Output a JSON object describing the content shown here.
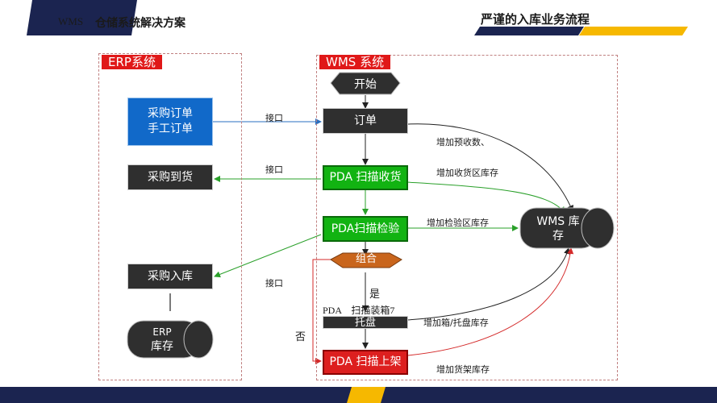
{
  "header": {
    "left_label": "WMS",
    "system_title": "仓储系统解决方案",
    "right_title": "严谨的入库业务流程"
  },
  "colors": {
    "navy": "#1b2450",
    "gold": "#f6b800",
    "green": "#12b312",
    "red": "#dd1f1f",
    "blue": "#1169c9"
  },
  "erp_panel": {
    "title": "ERP系统"
  },
  "wms_panel": {
    "title": "WMS 系统"
  },
  "erp_nodes": {
    "purchase_order": [
      "采购订单",
      "手工订单"
    ],
    "purchase_arrival": "采购到货",
    "purchase_stockin": "采购入库",
    "erp_stock": [
      "ERP",
      "库存"
    ]
  },
  "wms_nodes": {
    "start": "开始",
    "order": "订单",
    "scan_receive": "PDA 扫描收货",
    "scan_inspect": "PDA扫描检验",
    "decision": "组合",
    "yes": "是",
    "no": "否",
    "pack": [
      "PDA　扫描装箱7",
      "托盘"
    ],
    "scan_shelve": "PDA 扫描上架",
    "wms_stock": [
      "WMS 库",
      "存"
    ]
  },
  "edge_labels": {
    "iface1": "接口",
    "iface2": "接口",
    "iface3": "接口",
    "add_expected": "增加预收数、",
    "add_receiving": "增加收货区库存",
    "add_inspect": "增加检验区库存",
    "add_pallet": "增加箱/托盘库存",
    "add_shelf": "增加货架库存"
  }
}
